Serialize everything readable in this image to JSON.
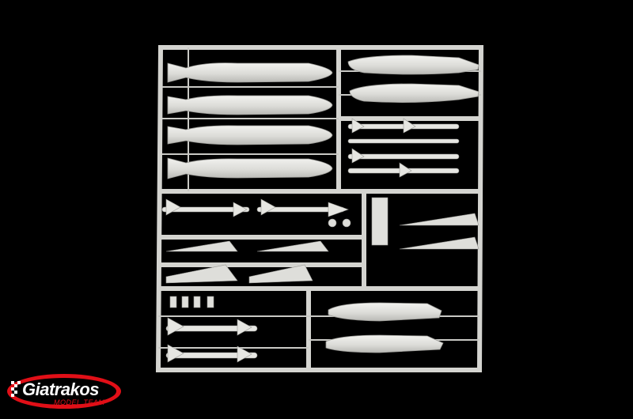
{
  "photo": {
    "subject": "plastic model kit sprue with missiles, fuel tanks and pods",
    "background_color": "#000000",
    "plastic_color": "#e3e3e0"
  },
  "logo": {
    "brand": "Giatrakos",
    "tagline": "MODEL TEAM",
    "accent_color": "#e10f17",
    "icon": "checkered-flag-icon"
  }
}
